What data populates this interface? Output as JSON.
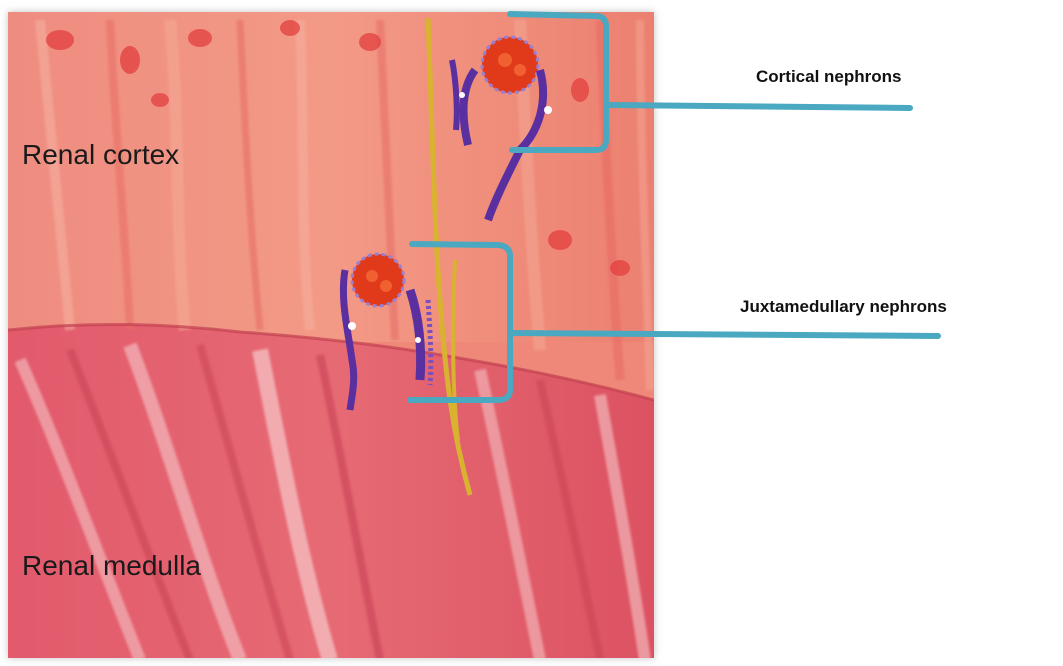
{
  "diagram": {
    "regions": {
      "cortex_label": "Renal cortex",
      "medulla_label": "Renal medulla"
    },
    "callouts": {
      "cortical_label": "Cortical nephrons",
      "juxtamedullary_label": "Juxtamedullary  nephrons"
    },
    "colors": {
      "bracket": "#4aa8c0",
      "cortex_tissue": "#ec8a78",
      "medulla_tissue": "#e25a68",
      "vessel": "#d9b230",
      "tubule": "#5a2fa0",
      "glomerulus": "#e03a1a"
    }
  }
}
